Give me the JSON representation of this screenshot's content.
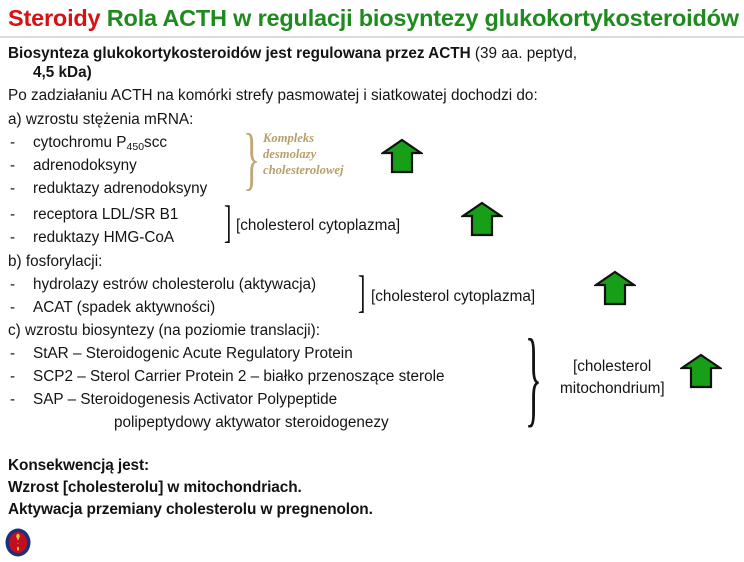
{
  "slide": {
    "title": {
      "highlight": "Steroidy",
      "rest": "Rola ACTH w regulacji biosyntezy glukokortykosteroidów",
      "highlight_color": "#d81212",
      "rest_color": "#1f8b1f"
    },
    "intro": {
      "line1_bold": "Biosynteza glukokortykosteroidów jest regulowana przez ACTH",
      "line1_rest": " (39 aa. peptyd,",
      "line2": "4,5 kDa)",
      "line3": "Po zadziałaniu ACTH na komórki strefy pasmowatej i siatkowatej dochodzi do:"
    },
    "sections": [
      {
        "id": "a",
        "heading": "a)  wzrostu stężenia mRNA:",
        "items": [
          {
            "marker": "-",
            "text_pre": "cytochromu P",
            "sub": "450",
            "text_post": "scc"
          },
          {
            "marker": "-",
            "text_pre": "adrenodoksyny",
            "sub": "",
            "text_post": ""
          },
          {
            "marker": "-",
            "text_pre": "reduktazy adrenodoksyny",
            "sub": "",
            "text_post": ""
          },
          {
            "marker": "-",
            "text_pre": "receptora LDL/SR B1",
            "sub": "",
            "text_post": ""
          },
          {
            "marker": "-",
            "text_pre": "reduktazy HMG-CoA",
            "sub": "",
            "text_post": ""
          }
        ],
        "annotation": [
          "Kompleks",
          "desmolazy",
          "cholesterolowej"
        ],
        "annotation_color": "#b5a06a",
        "label": "[cholesterol cytoplazma]"
      },
      {
        "id": "b",
        "heading": "b) fosforylacji:",
        "items": [
          {
            "marker": "-",
            "text_pre": "hydrolazy estrów cholesterolu (aktywacja)",
            "sub": "",
            "text_post": ""
          },
          {
            "marker": "-",
            "text_pre": "ACAT (spadek aktywności)",
            "sub": "",
            "text_post": ""
          }
        ],
        "label": "[cholesterol cytoplazma]"
      },
      {
        "id": "c",
        "heading": "c) wzrostu biosyntezy (na poziomie translacji):",
        "items": [
          {
            "marker": "-",
            "text_pre": "StAR – Steroidogenic Acute Regulatory Protein",
            "sub": "",
            "text_post": ""
          },
          {
            "marker": "-",
            "text_pre": "SCP2 – Sterol Carrier Protein 2 – białko przenoszące sterole",
            "sub": "",
            "text_post": ""
          },
          {
            "marker": "-",
            "text_pre": "SAP – Steroidogenesis Activator Polypeptide",
            "sub": "",
            "text_post": ""
          },
          {
            "marker": "",
            "text_pre": "polipeptydowy aktywator steroidogenezy",
            "sub": "",
            "text_post": ""
          }
        ],
        "label_line1": "[cholesterol",
        "label_line2": "mitochondrium]"
      }
    ],
    "conclusion": [
      "Konsekwencją jest:",
      "Wzrost [cholesterolu] w mitochondriach.",
      "Aktywacja przemiany cholesterolu w pregnenolon."
    ],
    "arrow_color": "#17a017",
    "arrow_outline": "#111111",
    "logo": {
      "ring_color": "#1b2f7a",
      "inner_color": "#c01020",
      "emblem_color": "#e8c23a"
    }
  }
}
